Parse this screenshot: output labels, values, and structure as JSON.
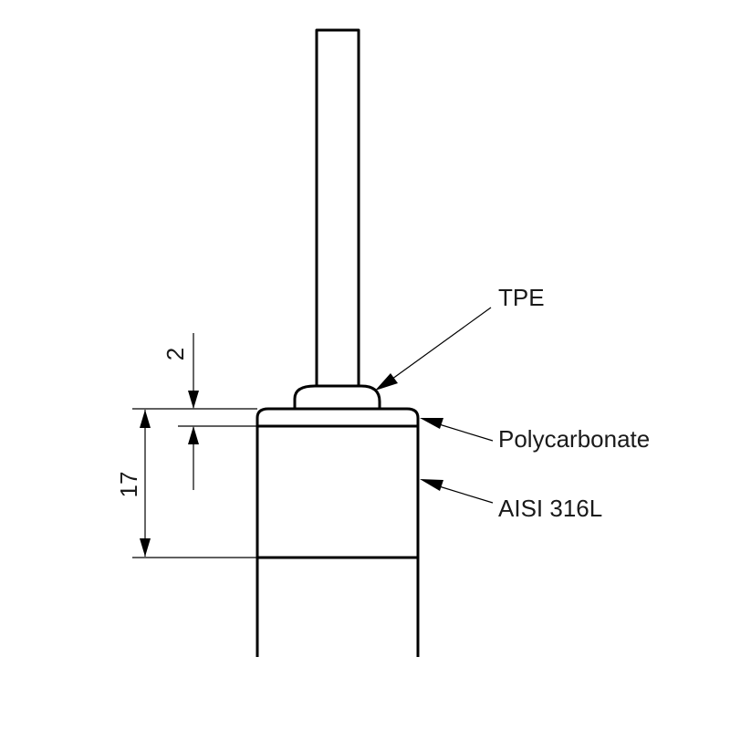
{
  "diagram": {
    "labels": {
      "tpe": "TPE",
      "polycarbonate": "Polycarbonate",
      "aisi": "AISI 316L"
    },
    "dimensions": {
      "top_cap": "2",
      "body_height": "17"
    },
    "colors": {
      "line": "#000000",
      "text": "#1a1a1a",
      "background": "#ffffff"
    }
  }
}
